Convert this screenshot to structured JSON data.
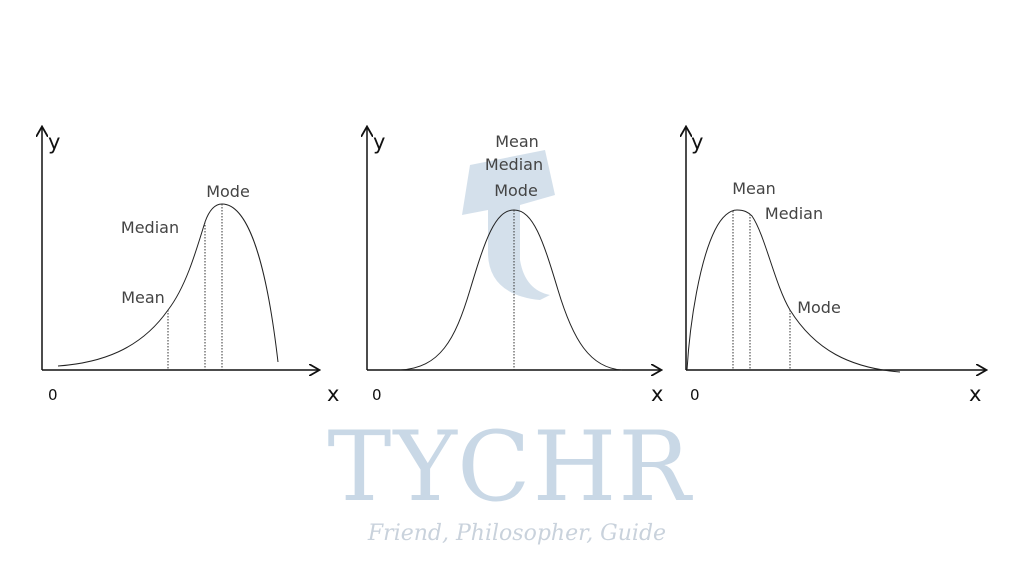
{
  "watermark": {
    "brand": "TYCHR",
    "tagline": "Friend, Philosopher, Guide"
  },
  "panels": [
    {
      "name": "negatively-skewed",
      "y_label": "y",
      "x_label": "x",
      "origin": "0",
      "labels": {
        "mean": "Mean",
        "median": "Median",
        "mode": "Mode"
      }
    },
    {
      "name": "symmetric",
      "y_label": "y",
      "x_label": "x",
      "origin": "0",
      "labels": {
        "mean": "Mean",
        "median": "Median",
        "mode": "Mode"
      }
    },
    {
      "name": "positively-skewed",
      "y_label": "y",
      "x_label": "x",
      "origin": "0",
      "labels": {
        "mean": "Mean",
        "median": "Median",
        "mode": "Mode"
      }
    }
  ],
  "colors": {
    "axis": "#111111",
    "curve": "#222222",
    "watermark": "#c9d8e6"
  }
}
